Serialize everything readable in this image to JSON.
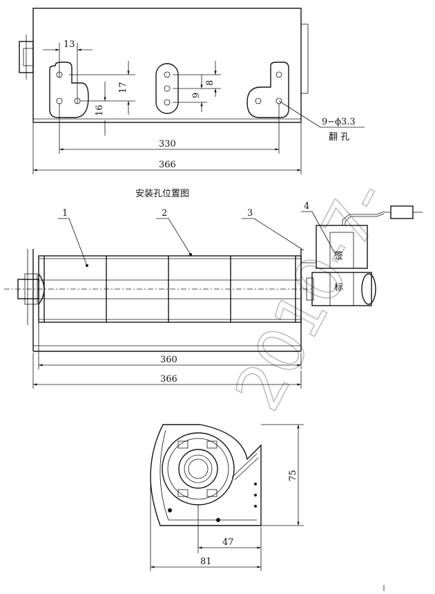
{
  "top_view": {
    "dim_13": "13",
    "dim_17": "17",
    "dim_16": "16",
    "dim_8": "8",
    "dim_9": "9",
    "dim_330": "330",
    "dim_366": "366",
    "hole_spec": "9−ϕ3.3",
    "hole_note": "翻  孔",
    "caption": "安装孔位置图"
  },
  "front_view": {
    "callout_1": "1",
    "callout_2": "2",
    "callout_3": "3",
    "callout_4": "4",
    "label_top": "签",
    "label_bottom": "标",
    "dim_360": "360",
    "dim_366": "366"
  },
  "side_view": {
    "dim_75": "75",
    "dim_47": "47",
    "dim_81": "81"
  },
  "watermark": "2010-7-"
}
